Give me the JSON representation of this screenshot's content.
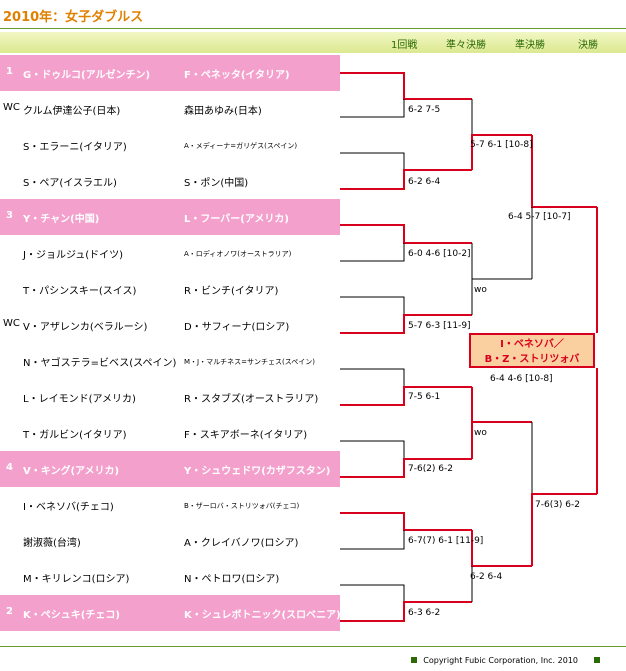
{
  "title": "2010年：女子ダブルス",
  "rounds": [
    "1回戦",
    "準々決勝",
    "準決勝",
    "決勝"
  ],
  "players": [
    {
      "tag": "1",
      "left": "G・ドゥルコ(アルゼンチン)",
      "right": "F・ペネッタ(イタリア)",
      "seeded": true,
      "small": false
    },
    {
      "tag": "WC",
      "left": "クルム伊達公子(日本)",
      "right": "森田あゆみ(日本)",
      "seeded": false,
      "small": false
    },
    {
      "tag": "",
      "left": "S・エラーニ(イタリア)",
      "right": "A・メディーナ=ガリゲス(スペイン)",
      "seeded": false,
      "small": true
    },
    {
      "tag": "",
      "left": "S・ペア(イスラエル)",
      "right": "S・ポン(中国)",
      "seeded": false,
      "small": false
    },
    {
      "tag": "3",
      "left": "Y・チャン(中国)",
      "right": "L・フーバー(アメリカ)",
      "seeded": true,
      "small": false
    },
    {
      "tag": "",
      "left": "J・ジョルジュ(ドイツ)",
      "right": "A・ロディオノワ(オーストラリア)",
      "seeded": false,
      "small": true
    },
    {
      "tag": "",
      "left": "T・パシンスキー(スイス)",
      "right": "R・ビンチ(イタリア)",
      "seeded": false,
      "small": false
    },
    {
      "tag": "WC",
      "left": "V・アザレンカ(ベラルーシ)",
      "right": "D・サフィーナ(ロシア)",
      "seeded": false,
      "small": false
    },
    {
      "tag": "",
      "left": "N・ヤゴステラ=ビベス(スペイン)",
      "right": "M・J・マルチネス=サンチェス(スペイン)",
      "seeded": false,
      "small": true
    },
    {
      "tag": "",
      "left": "L・レイモンド(アメリカ)",
      "right": "R・スタブズ(オーストラリア)",
      "seeded": false,
      "small": false
    },
    {
      "tag": "",
      "left": "T・ガルビン(イタリア)",
      "right": "F・スキアボーネ(イタリア)",
      "seeded": false,
      "small": false
    },
    {
      "tag": "4",
      "left": "V・キング(アメリカ)",
      "right": "Y・シュウェドワ(カザフスタン)",
      "seeded": true,
      "small": false
    },
    {
      "tag": "",
      "left": "I・ベネソバ(チェコ)",
      "right": "B・ザーロバ・ストリツォバ(チェコ)",
      "seeded": false,
      "small": true
    },
    {
      "tag": "",
      "left": "謝淑薇(台湾)",
      "right": "A・クレイバノワ(ロシア)",
      "seeded": false,
      "small": false
    },
    {
      "tag": "",
      "left": "M・キリレンコ(ロシア)",
      "right": "N・ペトロワ(ロシア)",
      "seeded": false,
      "small": false
    },
    {
      "tag": "2",
      "left": "K・ペシュキ(チェコ)",
      "right": "K・シュレボトニック(スロベニア)",
      "seeded": true,
      "small": false
    }
  ],
  "scores": {
    "r1": [
      "6-2 7-5",
      "6-2 6-4",
      "6-0 4-6 [10-2]",
      "wo",
      "5-7 6-3 [11-9]",
      "7-5 6-1",
      "7-6(2) 6-2",
      "6-7(7) 6-1 [11-9]",
      "6-3 6-2"
    ],
    "qf": [
      "5-7 6-1 [10-8]",
      "wo",
      "6-2 6-4"
    ],
    "sf": [
      "6-4 5-7 [10-7]",
      "6-4 4-6 [10-8]",
      "7-6(3) 6-2"
    ]
  },
  "winner": {
    "line1": "I・ベネソバ／",
    "line2": "B・Z・ストリツォバ"
  },
  "footer": "Copyright Fubic Corporation, Inc. 2010",
  "colors": {
    "seed_bg": "#f4a0cc",
    "line_red": "#d8001c",
    "title": "#e08000",
    "header_green": "#2c6a06"
  }
}
